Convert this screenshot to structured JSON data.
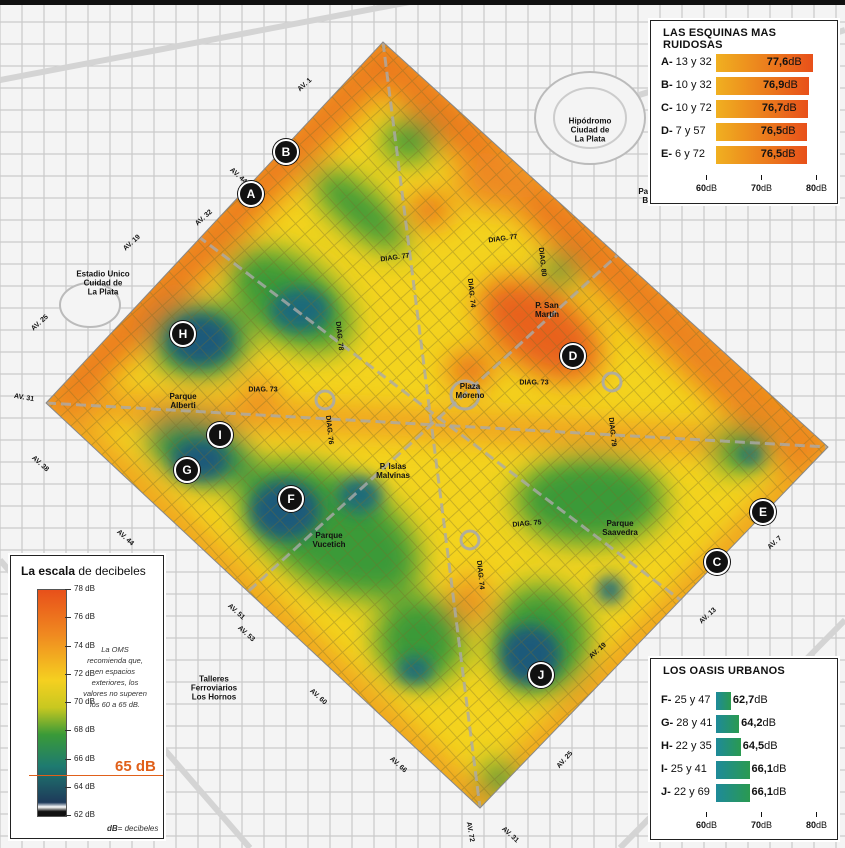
{
  "noisy_panel": {
    "title": "LAS ESQUINAS MAS RUIDOSAS",
    "unit": "dB",
    "axis_ticks": [
      "60",
      "70",
      "80"
    ],
    "entries": [
      {
        "letter": "A-",
        "name": "13 y 32",
        "value": "77,6",
        "db": 77.6
      },
      {
        "letter": "B-",
        "name": "10 y 32",
        "value": "76,9",
        "db": 76.9
      },
      {
        "letter": "C-",
        "name": "10 y 72",
        "value": "76,7",
        "db": 76.7
      },
      {
        "letter": "D-",
        "name": "7 y 57",
        "value": "76,5",
        "db": 76.5
      },
      {
        "letter": "E-",
        "name": "6 y 72",
        "value": "76,5",
        "db": 76.5
      }
    ],
    "bar_color_start": "#f0b020",
    "bar_color_end": "#e8501a"
  },
  "oasis_panel": {
    "title": "LOS OASIS URBANOS",
    "unit": "dB",
    "axis_ticks": [
      "60",
      "70",
      "80"
    ],
    "entries": [
      {
        "letter": "F-",
        "name": "25 y 47",
        "value": "62,7",
        "db": 62.7
      },
      {
        "letter": "G-",
        "name": "28 y 41",
        "value": "64,2",
        "db": 64.2
      },
      {
        "letter": "H-",
        "name": "22 y 35",
        "value": "64,5",
        "db": 64.5
      },
      {
        "letter": "I-",
        "name": "25 y 41",
        "value": "66,1",
        "db": 66.1
      },
      {
        "letter": "J-",
        "name": "22 y 69",
        "value": "66,1",
        "db": 66.1
      }
    ],
    "bar_color_start": "#1e8a9a",
    "bar_color_end": "#2a9a50"
  },
  "scale_panel": {
    "title_bold": "La escala",
    "title_rest": " de decibeles",
    "ticks": [
      "78 dB",
      "76 dB",
      "74 dB",
      "72 dB",
      "70 dB",
      "68 dB",
      "66 dB",
      "64 dB",
      "62 dB"
    ],
    "note": "La OMS recomienda que, en espacios exteriores, los valores no superen los 60 a 65 dB.",
    "threshold": "65 dB",
    "footer_bold": "dB",
    "footer_rest": "= decibeles",
    "threshold_color": "#e0601a"
  },
  "places": [
    {
      "id": "hipodromo",
      "text": "Hipódromo\nCiudad de\nLa Plata"
    },
    {
      "id": "paseo",
      "text": "Paseo del\nBosque"
    },
    {
      "id": "estadio",
      "text": "Estadio Unico\nCuidad de\nLa Plata"
    },
    {
      "id": "sanmartin",
      "text": "P. San\nMartín"
    },
    {
      "id": "moreno",
      "text": "Plaza\nMoreno"
    },
    {
      "id": "alberti",
      "text": "Parque\nAlberti"
    },
    {
      "id": "malvinas",
      "text": "P. Islas\nMalvinas"
    },
    {
      "id": "vucetich",
      "text": "Parque\nVucetich"
    },
    {
      "id": "saavedra",
      "text": "Parque\nSaavedra"
    },
    {
      "id": "talleres",
      "text": "Talleres\nFerroviarios\nLos Hornos"
    }
  ],
  "streets": [
    {
      "id": "av1",
      "text": "AV. 1"
    },
    {
      "id": "av44",
      "text": "AV. 44"
    },
    {
      "id": "av32",
      "text": "AV. 32"
    },
    {
      "id": "av19",
      "text": "AV. 19"
    },
    {
      "id": "av25",
      "text": "AV. 25"
    },
    {
      "id": "av31",
      "text": "AV. 31"
    },
    {
      "id": "av38",
      "text": "AV. 38"
    },
    {
      "id": "av44b",
      "text": "AV. 44"
    },
    {
      "id": "av51",
      "text": "AV. 51"
    },
    {
      "id": "av53",
      "text": "AV. 53"
    },
    {
      "id": "av60",
      "text": "AV. 60"
    },
    {
      "id": "av66",
      "text": "AV. 66"
    },
    {
      "id": "av72",
      "text": "AV. 72"
    },
    {
      "id": "av31b",
      "text": "AV. 31"
    },
    {
      "id": "av25b",
      "text": "AV. 25"
    },
    {
      "id": "av19b",
      "text": "AV. 19"
    },
    {
      "id": "av13",
      "text": "AV. 13"
    },
    {
      "id": "av7",
      "text": "AV. 7"
    },
    {
      "id": "d77a",
      "text": "DIAG. 77"
    },
    {
      "id": "d77b",
      "text": "DIAG. 77"
    },
    {
      "id": "d80",
      "text": "DIAG. 80"
    },
    {
      "id": "d74",
      "text": "DIAG. 74"
    },
    {
      "id": "d78",
      "text": "DIAG. 78"
    },
    {
      "id": "d73a",
      "text": "DIAG. 73"
    },
    {
      "id": "d73b",
      "text": "DIAG. 73"
    },
    {
      "id": "d76",
      "text": "DIAG. 76"
    },
    {
      "id": "d79",
      "text": "DIAG. 79"
    },
    {
      "id": "d75",
      "text": "DIAG. 75"
    },
    {
      "id": "d74b",
      "text": "DIAG. 74"
    }
  ],
  "markers": [
    {
      "id": "A",
      "letter": "A"
    },
    {
      "id": "B",
      "letter": "B"
    },
    {
      "id": "C",
      "letter": "C"
    },
    {
      "id": "D",
      "letter": "D"
    },
    {
      "id": "E",
      "letter": "E"
    },
    {
      "id": "F",
      "letter": "F"
    },
    {
      "id": "G",
      "letter": "G"
    },
    {
      "id": "H",
      "letter": "H"
    },
    {
      "id": "I",
      "letter": "I"
    },
    {
      "id": "J",
      "letter": "J"
    }
  ],
  "colors": {
    "noise_high": "#e8501a",
    "noise_mid": "#f5d020",
    "noise_low": "#2f9a40",
    "noise_quiet": "#1e5a7a"
  }
}
